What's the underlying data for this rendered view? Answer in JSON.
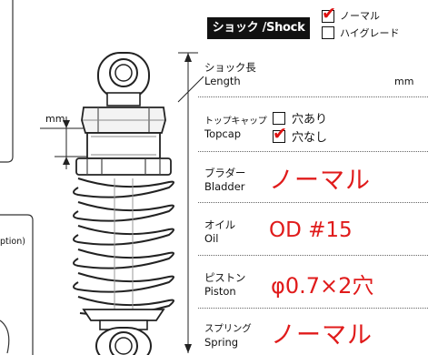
{
  "header": {
    "title": "ショック /Shock",
    "options": [
      {
        "label": "ノーマル",
        "checked": true
      },
      {
        "label": "ハイグレード",
        "checked": false
      }
    ]
  },
  "left_panel": {
    "dim_unit": "mm",
    "option_fragment": "ption)"
  },
  "specs": {
    "length": {
      "label_jp": "ショック長",
      "label_en": "Length",
      "unit": "mm"
    },
    "topcap": {
      "label_jp": "トップキャップ",
      "label_en": "Topcap",
      "options": [
        {
          "label": "穴あり",
          "checked": false
        },
        {
          "label": "穴なし",
          "checked": true
        }
      ]
    },
    "bladder": {
      "label_jp": "ブラダー",
      "label_en": "Bladder",
      "value": "ノーマル"
    },
    "oil": {
      "label_jp": "オイル",
      "label_en": "Oil",
      "value": "OD #15"
    },
    "piston": {
      "label_jp": "ピストン",
      "label_en": "Piston",
      "value": "φ0.7×2穴"
    },
    "spring": {
      "label_jp": "スプリング",
      "label_en": "Spring",
      "value": "ノーマル"
    }
  },
  "colors": {
    "accent_red": "#e01b1b",
    "ink": "#111111"
  },
  "icons": {
    "check": "red-checkmark-icon",
    "shock": "shock-absorber-drawing"
  }
}
